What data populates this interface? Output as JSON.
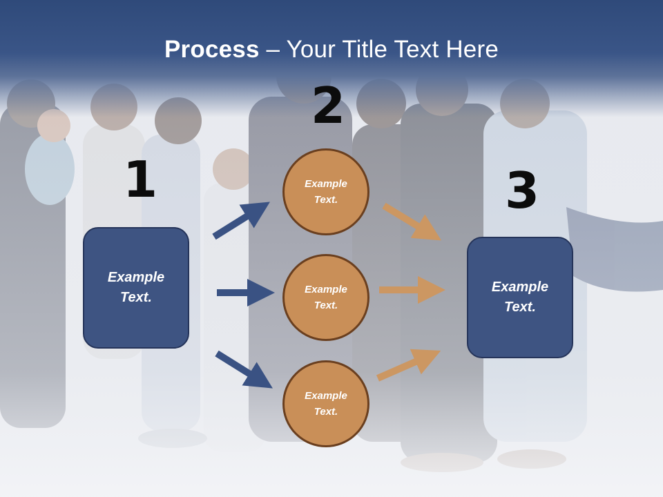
{
  "title": {
    "bold": "Process",
    "rest": " – Your Title Text Here"
  },
  "steps": [
    {
      "number": "1",
      "label_line1": "Example",
      "label_line2": "Text."
    },
    {
      "number": "2"
    },
    {
      "number": "3",
      "label_line1": "Example",
      "label_line2": "Text."
    }
  ],
  "circles": [
    {
      "line1": "Example",
      "line2": "Text."
    },
    {
      "line1": "Example",
      "line2": "Text."
    },
    {
      "line1": "Example",
      "line2": "Text."
    }
  ],
  "colors": {
    "navy": "#3e5482",
    "tan": "#c98f58",
    "header": "#2f4a7a",
    "arrow_blue": "#3a5283",
    "arrow_tan": "#cc9762"
  }
}
